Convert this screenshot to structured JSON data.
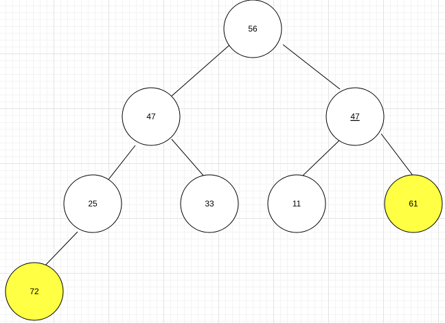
{
  "diagram": {
    "nodes": [
      {
        "id": "root",
        "label": "56",
        "fill": "#ffffff",
        "underline": false
      },
      {
        "id": "left-47",
        "label": "47",
        "fill": "#ffffff",
        "underline": false
      },
      {
        "id": "right-47",
        "label": "47",
        "fill": "#ffffff",
        "underline": true
      },
      {
        "id": "node-25",
        "label": "25",
        "fill": "#ffffff",
        "underline": false
      },
      {
        "id": "node-33",
        "label": "33",
        "fill": "#ffffff",
        "underline": false
      },
      {
        "id": "node-11",
        "label": "11",
        "fill": "#ffffff",
        "underline": false
      },
      {
        "id": "node-61",
        "label": "61",
        "fill": "#ffff44",
        "underline": false
      },
      {
        "id": "node-72",
        "label": "72",
        "fill": "#ffff44",
        "underline": false
      }
    ],
    "edges": [
      {
        "from": "root",
        "to": "left-47"
      },
      {
        "from": "root",
        "to": "right-47"
      },
      {
        "from": "left-47",
        "to": "node-25"
      },
      {
        "from": "left-47",
        "to": "node-33"
      },
      {
        "from": "right-47",
        "to": "node-11"
      },
      {
        "from": "right-47",
        "to": "node-61"
      },
      {
        "from": "node-25",
        "to": "node-72"
      }
    ]
  }
}
